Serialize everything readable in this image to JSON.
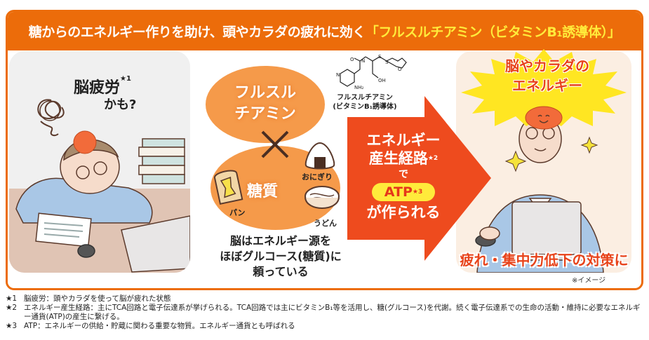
{
  "header": {
    "title_prefix": "糖からのエネルギー作りを助け、頭やカラダの疲れに効く",
    "title_highlight": "「フルスルチアミン（ビタミンB₁誘導体）」"
  },
  "left_panel": {
    "title": "脳疲労",
    "title_mark": "★1",
    "subtitle": "かも?"
  },
  "middle": {
    "ingredient_label_line1": "フルスル",
    "ingredient_label_line2": "チアミン",
    "molecule_caption_line1": "フルスルチアミン",
    "molecule_caption_line2": "(ビタミンB₁誘導体)",
    "molecule_labels": {
      "o": "O",
      "n": "N",
      "s1": "S",
      "s2": "S",
      "oh": "OH",
      "nh2": "NH₂"
    },
    "cross_symbol": "×",
    "carb_label": "糖質",
    "foods": [
      {
        "name": "bread",
        "label": "パン"
      },
      {
        "name": "onigiri",
        "label": "おにぎり"
      },
      {
        "name": "udon",
        "label": "うどん"
      }
    ],
    "brain_text_line1": "脳はエネルギー源を",
    "brain_text_line2": "ほぼグルコース(糖質)に",
    "brain_text_line3": "頼っている"
  },
  "arrow": {
    "line1": "エネルギー",
    "line2": "産生経路",
    "line2_mark": "★2",
    "line3": "で",
    "atp": "ATP",
    "atp_mark": "★3",
    "line5": "が作られる",
    "color": "#ee4b1e"
  },
  "right_panel": {
    "burst_line1": "脳やカラダの",
    "burst_line2": "エネルギー",
    "countermeasure": "疲れ・集中力低下の対策に",
    "image_note": "※イメージ"
  },
  "footnotes": [
    {
      "mark": "★1",
      "text": "脳疲労：頭やカラダを使って脳が疲れた状態"
    },
    {
      "mark": "★2",
      "text": "エネルギー産生経路：主にTCA回路と電子伝達系が挙げられる。TCA回路では主にビタミンB₁等を活用し、糖(グルコース)を代謝。続く電子伝達系での生命の活動・維持に必要なエネルギー通貨(ATP)の産生に繋げる。"
    },
    {
      "mark": "★3",
      "text": "ATP：エネルギーの供給・貯蔵に関わる重要な物質。エネルギー通貨とも呼ばれる"
    }
  ],
  "colors": {
    "brand_orange": "#ec6c0a",
    "highlight_yellow": "#ffeb3b",
    "oval_orange": "#f59a4a",
    "arrow_red": "#ee4b1e",
    "accent_red_text": "#e8431a"
  }
}
